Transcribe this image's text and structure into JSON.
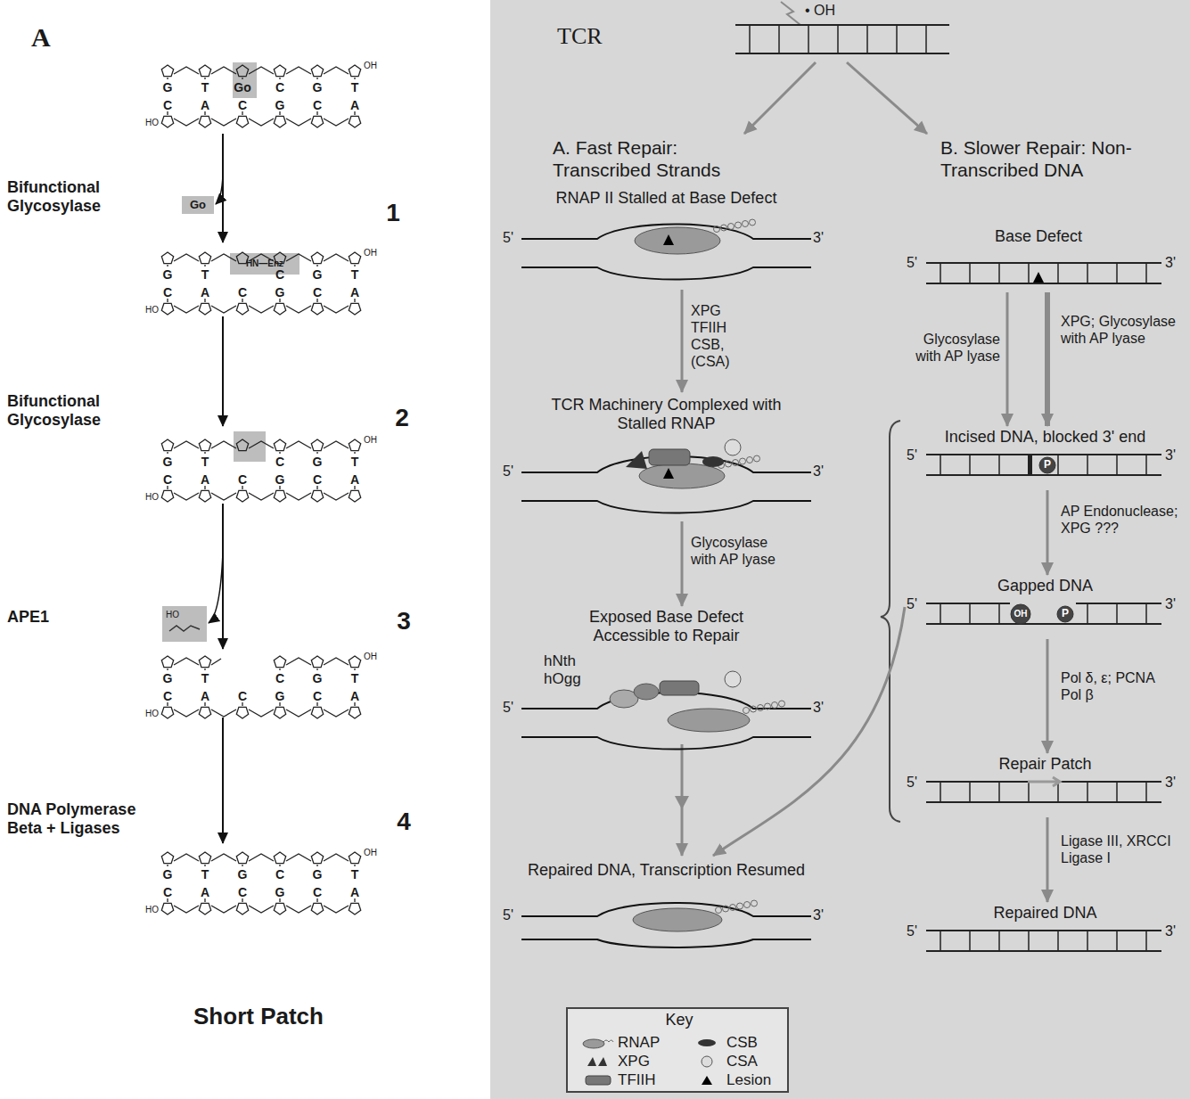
{
  "diagram": {
    "nodes": [
      {
        "text": [
          "TCR"
        ]
      },
      {
        "text": [
          "A. Fast Repair: Transcribed Strands",
          "RNAP II Stalled at Base Defect",
          "5'",
          "3'"
        ]
      },
      {
        "text": [
          "TCR Machinery Complexed with Stalled RNAP",
          "5'",
          "3'"
        ]
      },
      {
        "text": [
          "Exposed Base Defect Accessible to Repair",
          "hNth hOgg",
          "5'",
          "3'"
        ]
      },
      {
        "text": [
          "Repaired DNA, Transcription Resumed",
          "5'",
          "3'"
        ]
      },
      {
        "text": [
          "B. Slower Repair: Non-Transcribed DNA",
          "Base Defect",
          "5'",
          "3'"
        ]
      },
      {
        "text": [
          "Incised DNA, blocked 3' end",
          "5'",
          "P",
          "3'"
        ]
      },
      {
        "text": [
          "Gapped DNA",
          "5'",
          "OH",
          "P",
          "3'"
        ]
      },
      {
        "text": [
          "Repair Patch",
          "5'",
          "3'"
        ]
      },
      {
        "text": [
          "Repaired DNA",
          "5'",
          "3'"
        ]
      },
      {
        "text": [
          "Key"
        ]
      }
    ],
    "edges": [
      {
        "from": 0,
        "to": 1,
        "arrow": "to"
      },
      {
        "from": 0,
        "to": 5,
        "arrow": "to"
      },
      {
        "from": 1,
        "to": 2,
        "arrow": "to",
        "label": "XPG TFIIH CSB, (CSA)"
      },
      {
        "from": 2,
        "to": 3,
        "arrow": "to",
        "label": "Glycosylase with AP lyase"
      },
      {
        "from": 3,
        "to": 4,
        "arrow": "to"
      },
      {
        "from": 5,
        "to": 6,
        "arrow": "to",
        "label": "Glycosylase with AP lyase"
      },
      {
        "from": 5,
        "to": 6,
        "arrow": "to",
        "label": "XPG; Glycosylase with AP lyase"
      },
      {
        "from": 6,
        "to": 7,
        "arrow": "to",
        "label": "AP Endonuclease; XPG ???"
      },
      {
        "from": 7,
        "to": 8,
        "arrow": "to",
        "label": "Pol δ, ε; PCNA Pol β"
      },
      {
        "from": 8,
        "to": 9,
        "arrow": "to",
        "label": "Ligase III, XRCCI Ligase I"
      },
      {
        "from": 7,
        "to": 4,
        "arrow": "to"
      }
    ],
    "labels": [
      "A",
      "Bifunctional Glycosylase",
      "1",
      "Bifunctional Glycosylase",
      "2",
      "APE1",
      "3",
      "DNA Polymerase Beta + Ligases",
      "4",
      "Short Patch",
      "Go",
      "HO",
      "• OH",
      "G",
      "T",
      "Go",
      "C",
      "G",
      "T",
      "C",
      "A",
      "C",
      "G",
      "C",
      "A",
      "OH",
      "HO",
      "G",
      "T",
      "C",
      "G",
      "T",
      "C",
      "A",
      "C",
      "G",
      "C",
      "A",
      "OH",
      "HO",
      "HN—Enz",
      "G",
      "T",
      "C",
      "G",
      "T",
      "C",
      "A",
      "C",
      "G",
      "C",
      "A",
      "OH",
      "HO",
      "G",
      "T",
      "C",
      "G",
      "T",
      "C",
      "A",
      "C",
      "G",
      "C",
      "A",
      "OH",
      "HO",
      "G",
      "T",
      "G",
      "C",
      "G",
      "T",
      "C",
      "A",
      "C",
      "G",
      "C",
      "A",
      "OH",
      "HO"
    ],
    "legend": [
      {
        "text": "RNAP"
      },
      {
        "text": "CSB"
      },
      {
        "text": "XPG"
      },
      {
        "text": "CSA"
      },
      {
        "text": "TFIIH"
      },
      {
        "text": "Lesion"
      }
    ]
  }
}
